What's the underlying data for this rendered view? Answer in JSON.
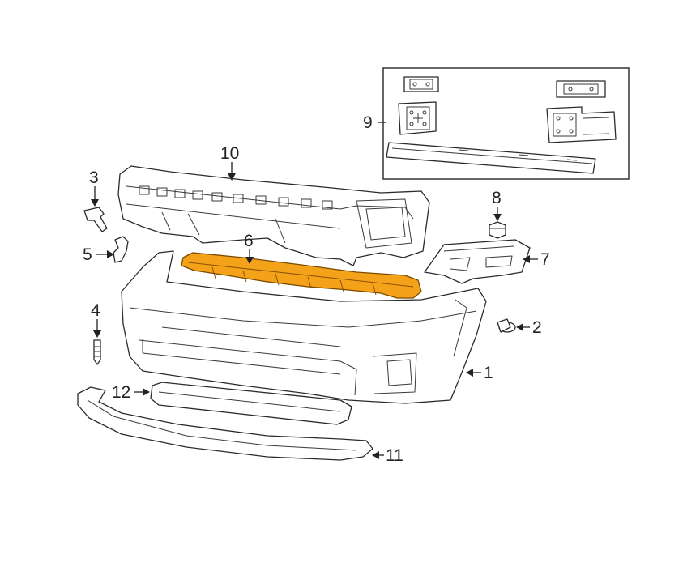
{
  "callouts": {
    "c1": "1",
    "c2": "2",
    "c3": "3",
    "c4": "4",
    "c5": "5",
    "c6": "6",
    "c7": "7",
    "c8": "8",
    "c9": "9",
    "c10": "10",
    "c11": "11",
    "c12": "12"
  },
  "colors": {
    "highlight": "#f4a21a",
    "line": "#2b2b2b",
    "background": "#ffffff"
  }
}
